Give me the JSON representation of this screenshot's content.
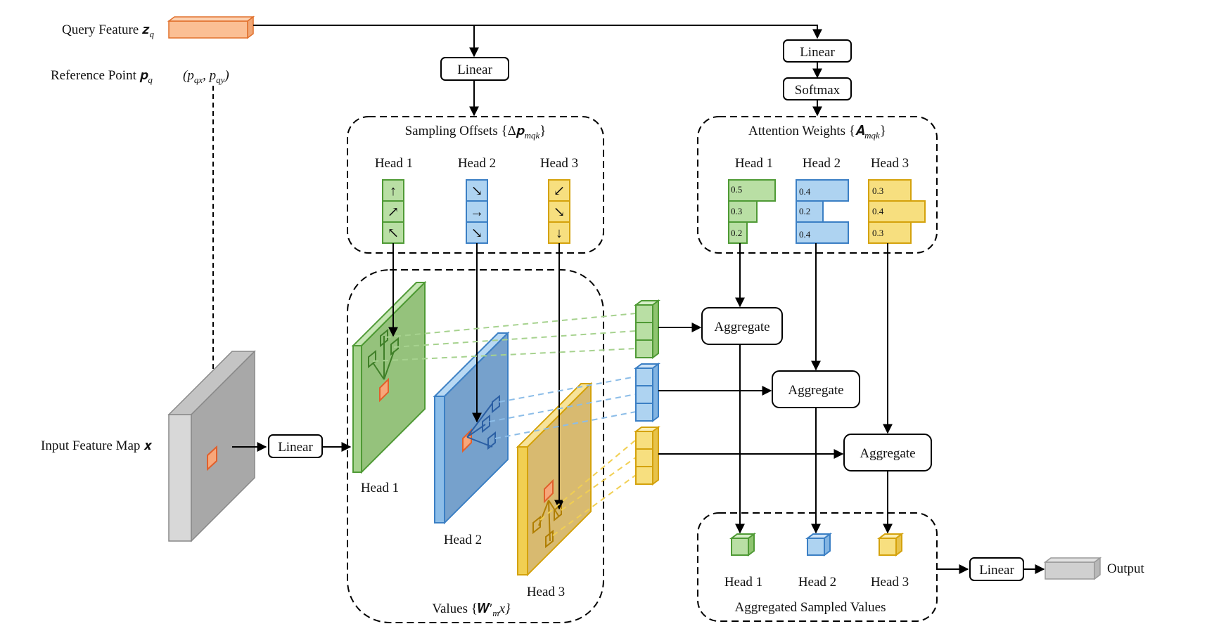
{
  "inputs": {
    "query_label": "Query Feature 𝒛",
    "query_sub": "q",
    "ref_label": "Reference Point 𝒑",
    "ref_sub": "q",
    "ref_coords": "(p",
    "ref_coords_x_sub": "qx",
    "ref_coords_sep": ", p",
    "ref_coords_y_sub": "qy",
    "ref_coords_close": ")",
    "input_map_label": "Input Feature Map 𝒙"
  },
  "ops": {
    "linear": "Linear",
    "softmax": "Softmax",
    "aggregate": "Aggregate",
    "output": "Output"
  },
  "groups": {
    "offsets_title": "Sampling Offsets {Δ𝒑",
    "offsets_sub": "mqk",
    "offsets_close": "}",
    "weights_title": "Attention Weights {𝑨",
    "weights_sub": "mqk",
    "weights_close": "}",
    "values_title": "Values {𝑾′",
    "values_sub": "m",
    "values_tail": "x}",
    "aggregated_title": "Aggregated Sampled Values"
  },
  "heads": [
    {
      "label": "Head 1",
      "color": "#b9dfa4",
      "edge": "#4f9a35",
      "weights": [
        "0.5",
        "0.3",
        "0.2"
      ],
      "arrows": [
        "↑",
        "↗",
        "↖"
      ]
    },
    {
      "label": "Head 2",
      "color": "#aed3f1",
      "edge": "#3b7fc4",
      "weights": [
        "0.4",
        "0.2",
        "0.4"
      ],
      "arrows": [
        "↘",
        "→",
        "↘"
      ]
    },
    {
      "label": "Head 3",
      "color": "#f7df7f",
      "edge": "#d4a20c",
      "weights": [
        "0.3",
        "0.4",
        "0.3"
      ],
      "arrows": [
        "↙",
        "↘",
        "↓"
      ]
    }
  ],
  "colors": {
    "query": "#fbbf94",
    "query_edge": "#e1702c",
    "input_map_front": "#d8d8d8",
    "input_map_face": "#a8a8a8",
    "sample_point": "#f7a77a",
    "sample_edge": "#e1602c",
    "output_bar": "#d0d0d0"
  }
}
